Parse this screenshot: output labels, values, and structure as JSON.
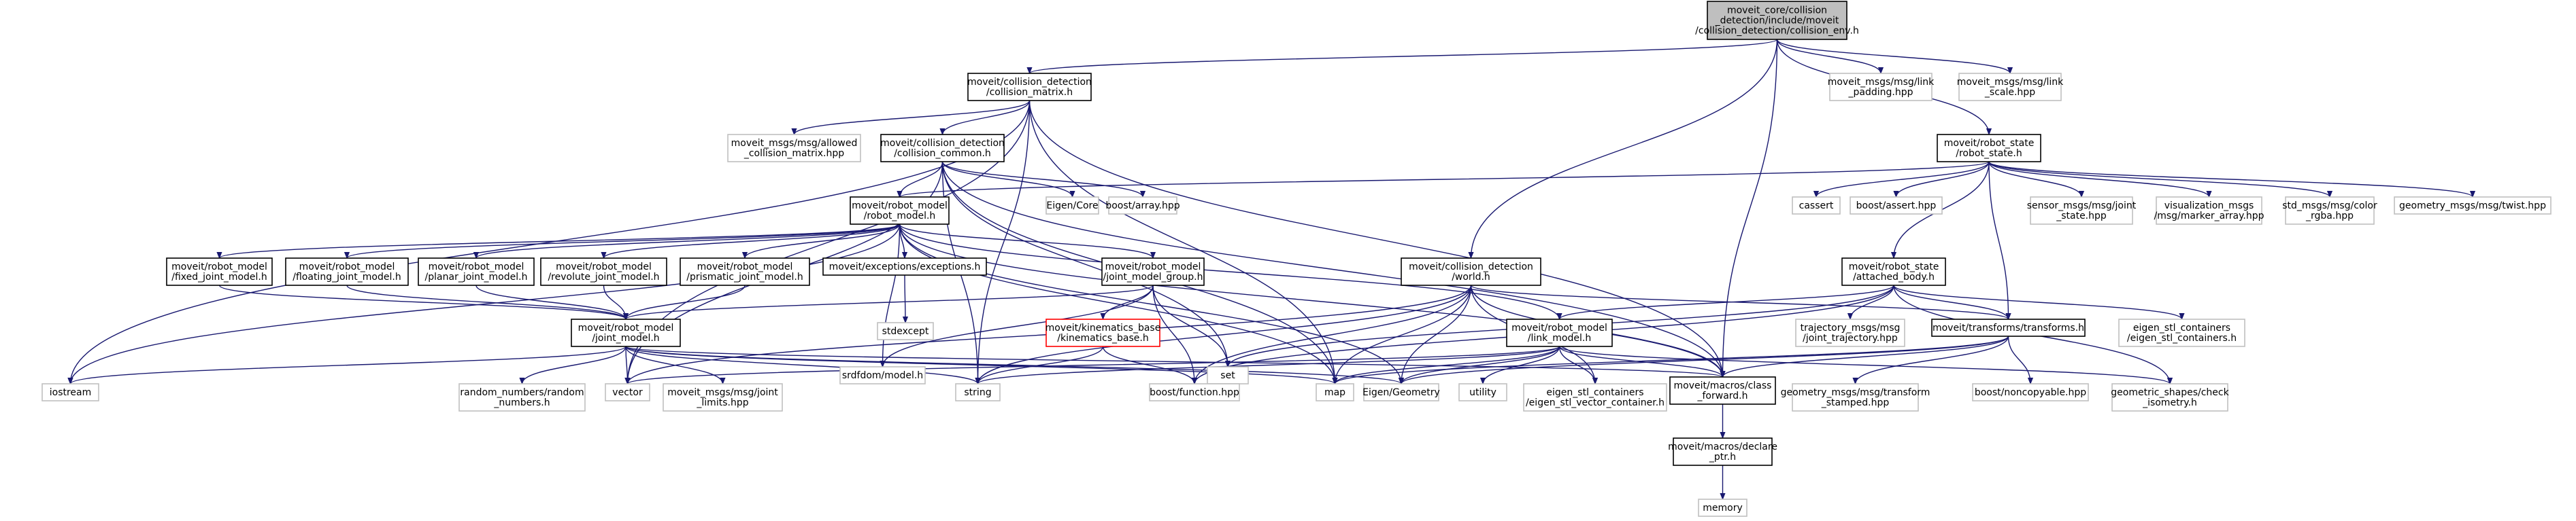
{
  "colors": {
    "edge": "#191970",
    "node_border": "#000000",
    "external_border": "#bfbfbf",
    "current_fill": "#bfbfbf",
    "highlight_border": "#ff0000",
    "node_fill": "#ffffff"
  },
  "nodes": [
    {
      "id": "collision_env",
      "lines": [
        "moveit_core/collision",
        "_detection/include/moveit",
        "/collision_detection/collision_env.h"
      ],
      "kind": "current"
    },
    {
      "id": "collision_matrix",
      "lines": [
        "moveit/collision_detection",
        "/collision_matrix.h"
      ],
      "kind": "normal"
    },
    {
      "id": "link_padding",
      "lines": [
        "moveit_msgs/msg/link",
        "_padding.hpp"
      ],
      "kind": "external"
    },
    {
      "id": "link_scale",
      "lines": [
        "moveit_msgs/msg/link",
        "_scale.hpp"
      ],
      "kind": "external"
    },
    {
      "id": "allowed_collision_matrix",
      "lines": [
        "moveit_msgs/msg/allowed",
        "_collision_matrix.hpp"
      ],
      "kind": "external"
    },
    {
      "id": "collision_common",
      "lines": [
        "moveit/collision_detection",
        "/collision_common.h"
      ],
      "kind": "normal"
    },
    {
      "id": "robot_state",
      "lines": [
        "moveit/robot_state",
        "/robot_state.h"
      ],
      "kind": "normal"
    },
    {
      "id": "eigen_core",
      "lines": [
        "Eigen/Core"
      ],
      "kind": "external"
    },
    {
      "id": "boost_array",
      "lines": [
        "boost/array.hpp"
      ],
      "kind": "external"
    },
    {
      "id": "robot_model",
      "lines": [
        "moveit/robot_model",
        "/robot_model.h"
      ],
      "kind": "normal"
    },
    {
      "id": "cassert",
      "lines": [
        "cassert"
      ],
      "kind": "external"
    },
    {
      "id": "boost_assert",
      "lines": [
        "boost/assert.hpp"
      ],
      "kind": "external"
    },
    {
      "id": "sensor_joint_state",
      "lines": [
        "sensor_msgs/msg/joint",
        "_state.hpp"
      ],
      "kind": "external"
    },
    {
      "id": "marker_array",
      "lines": [
        "visualization_msgs",
        "/msg/marker_array.hpp"
      ],
      "kind": "external"
    },
    {
      "id": "color_rgba",
      "lines": [
        "std_msgs/msg/color",
        "_rgba.hpp"
      ],
      "kind": "external"
    },
    {
      "id": "twist",
      "lines": [
        "geometry_msgs/msg/twist.hpp"
      ],
      "kind": "external"
    },
    {
      "id": "fixed_joint",
      "lines": [
        "moveit/robot_model",
        "/fixed_joint_model.h"
      ],
      "kind": "normal"
    },
    {
      "id": "floating_joint",
      "lines": [
        "moveit/robot_model",
        "/floating_joint_model.h"
      ],
      "kind": "normal"
    },
    {
      "id": "planar_joint",
      "lines": [
        "moveit/robot_model",
        "/planar_joint_model.h"
      ],
      "kind": "normal"
    },
    {
      "id": "revolute_joint",
      "lines": [
        "moveit/robot_model",
        "/revolute_joint_model.h"
      ],
      "kind": "normal"
    },
    {
      "id": "prismatic_joint",
      "lines": [
        "moveit/robot_model",
        "/prismatic_joint_model.h"
      ],
      "kind": "normal"
    },
    {
      "id": "exceptions",
      "lines": [
        "moveit/exceptions/exceptions.h"
      ],
      "kind": "normal"
    },
    {
      "id": "joint_model_group",
      "lines": [
        "moveit/robot_model",
        "/joint_model_group.h"
      ],
      "kind": "normal"
    },
    {
      "id": "world",
      "lines": [
        "moveit/collision_detection",
        "/world.h"
      ],
      "kind": "normal"
    },
    {
      "id": "attached_body",
      "lines": [
        "moveit/robot_state",
        "/attached_body.h"
      ],
      "kind": "normal"
    },
    {
      "id": "joint_model",
      "lines": [
        "moveit/robot_model",
        "/joint_model.h"
      ],
      "kind": "normal"
    },
    {
      "id": "stdexcept",
      "lines": [
        "stdexcept"
      ],
      "kind": "external"
    },
    {
      "id": "srdfdom",
      "lines": [
        "srdfdom/model.h"
      ],
      "kind": "external"
    },
    {
      "id": "kinematics_base",
      "lines": [
        "moveit/kinematics_base",
        "/kinematics_base.h"
      ],
      "kind": "highlight"
    },
    {
      "id": "set",
      "lines": [
        "set"
      ],
      "kind": "external"
    },
    {
      "id": "link_model",
      "lines": [
        "moveit/robot_model",
        "/link_model.h"
      ],
      "kind": "normal"
    },
    {
      "id": "trajectory",
      "lines": [
        "trajectory_msgs/msg",
        "/joint_trajectory.hpp"
      ],
      "kind": "external"
    },
    {
      "id": "transforms",
      "lines": [
        "moveit/transforms/transforms.h"
      ],
      "kind": "normal"
    },
    {
      "id": "eigen_stl_containers",
      "lines": [
        "eigen_stl_containers",
        "/eigen_stl_containers.h"
      ],
      "kind": "external"
    },
    {
      "id": "iostream",
      "lines": [
        "iostream"
      ],
      "kind": "external"
    },
    {
      "id": "random_numbers",
      "lines": [
        "random_numbers/random",
        "_numbers.h"
      ],
      "kind": "external"
    },
    {
      "id": "vector",
      "lines": [
        "vector"
      ],
      "kind": "external"
    },
    {
      "id": "joint_limits",
      "lines": [
        "moveit_msgs/msg/joint",
        "_limits.hpp"
      ],
      "kind": "external"
    },
    {
      "id": "string",
      "lines": [
        "string"
      ],
      "kind": "external"
    },
    {
      "id": "boost_function",
      "lines": [
        "boost/function.hpp"
      ],
      "kind": "external"
    },
    {
      "id": "map",
      "lines": [
        "map"
      ],
      "kind": "external"
    },
    {
      "id": "eigen_geometry",
      "lines": [
        "Eigen/Geometry"
      ],
      "kind": "external"
    },
    {
      "id": "utility",
      "lines": [
        "utility"
      ],
      "kind": "external"
    },
    {
      "id": "eigen_stl_vector",
      "lines": [
        "eigen_stl_containers",
        "/eigen_stl_vector_container.h"
      ],
      "kind": "external"
    },
    {
      "id": "class_forward",
      "lines": [
        "moveit/macros/class",
        "_forward.h"
      ],
      "kind": "normal"
    },
    {
      "id": "transform_stamped",
      "lines": [
        "geometry_msgs/msg/transform",
        "_stamped.hpp"
      ],
      "kind": "external"
    },
    {
      "id": "noncopyable",
      "lines": [
        "boost/noncopyable.hpp"
      ],
      "kind": "external"
    },
    {
      "id": "check_isometry",
      "lines": [
        "geometric_shapes/check",
        "_isometry.h"
      ],
      "kind": "external"
    },
    {
      "id": "declare_ptr",
      "lines": [
        "moveit/macros/declare",
        "_ptr.h"
      ],
      "kind": "normal"
    },
    {
      "id": "memory",
      "lines": [
        "memory"
      ],
      "kind": "external"
    }
  ],
  "edges": [
    [
      "collision_env",
      "collision_matrix"
    ],
    [
      "collision_env",
      "link_padding"
    ],
    [
      "collision_env",
      "link_scale"
    ],
    [
      "collision_env",
      "robot_state"
    ],
    [
      "collision_env",
      "world"
    ],
    [
      "collision_env",
      "class_forward"
    ],
    [
      "collision_matrix",
      "allowed_collision_matrix"
    ],
    [
      "collision_matrix",
      "collision_common"
    ],
    [
      "collision_matrix",
      "iostream"
    ],
    [
      "collision_matrix",
      "vector"
    ],
    [
      "collision_matrix",
      "string"
    ],
    [
      "collision_matrix",
      "map"
    ],
    [
      "collision_matrix",
      "class_forward"
    ],
    [
      "collision_common",
      "eigen_core"
    ],
    [
      "collision_common",
      "boost_array"
    ],
    [
      "collision_common",
      "robot_model"
    ],
    [
      "collision_common",
      "set"
    ],
    [
      "collision_common",
      "vector"
    ],
    [
      "collision_common",
      "map"
    ],
    [
      "collision_common",
      "string"
    ],
    [
      "collision_common",
      "class_forward"
    ],
    [
      "robot_state",
      "robot_model"
    ],
    [
      "robot_state",
      "cassert"
    ],
    [
      "robot_state",
      "boost_assert"
    ],
    [
      "robot_state",
      "sensor_joint_state"
    ],
    [
      "robot_state",
      "marker_array"
    ],
    [
      "robot_state",
      "color_rgba"
    ],
    [
      "robot_state",
      "twist"
    ],
    [
      "robot_state",
      "attached_body"
    ],
    [
      "robot_state",
      "transforms"
    ],
    [
      "robot_model",
      "fixed_joint"
    ],
    [
      "robot_model",
      "floating_joint"
    ],
    [
      "robot_model",
      "planar_joint"
    ],
    [
      "robot_model",
      "revolute_joint"
    ],
    [
      "robot_model",
      "prismatic_joint"
    ],
    [
      "robot_model",
      "exceptions"
    ],
    [
      "robot_model",
      "joint_model_group"
    ],
    [
      "robot_model",
      "link_model"
    ],
    [
      "robot_model",
      "srdfdom"
    ],
    [
      "robot_model",
      "iostream"
    ],
    [
      "robot_model",
      "map"
    ],
    [
      "robot_model",
      "eigen_geometry"
    ],
    [
      "robot_model",
      "class_forward"
    ],
    [
      "fixed_joint",
      "joint_model"
    ],
    [
      "floating_joint",
      "joint_model"
    ],
    [
      "planar_joint",
      "joint_model"
    ],
    [
      "revolute_joint",
      "joint_model"
    ],
    [
      "prismatic_joint",
      "joint_model"
    ],
    [
      "exceptions",
      "stdexcept"
    ],
    [
      "joint_model_group",
      "joint_model"
    ],
    [
      "joint_model_group",
      "kinematics_base"
    ],
    [
      "joint_model_group",
      "srdfdom"
    ],
    [
      "joint_model_group",
      "set"
    ],
    [
      "joint_model_group",
      "boost_function"
    ],
    [
      "world",
      "transforms"
    ],
    [
      "world",
      "eigen_stl_vector"
    ],
    [
      "world",
      "string"
    ],
    [
      "world",
      "vector"
    ],
    [
      "world",
      "map"
    ],
    [
      "world",
      "boost_function"
    ],
    [
      "world",
      "eigen_geometry"
    ],
    [
      "world",
      "class_forward"
    ],
    [
      "attached_body",
      "link_model"
    ],
    [
      "attached_body",
      "trajectory"
    ],
    [
      "attached_body",
      "transforms"
    ],
    [
      "attached_body",
      "eigen_stl_containers"
    ],
    [
      "attached_body",
      "set"
    ],
    [
      "attached_body",
      "boost_function"
    ],
    [
      "attached_body",
      "check_isometry"
    ],
    [
      "joint_model",
      "iostream"
    ],
    [
      "joint_model",
      "random_numbers"
    ],
    [
      "joint_model",
      "vector"
    ],
    [
      "joint_model",
      "joint_limits"
    ],
    [
      "joint_model",
      "string"
    ],
    [
      "joint_model",
      "map"
    ],
    [
      "joint_model",
      "eigen_geometry"
    ],
    [
      "joint_model",
      "class_forward"
    ],
    [
      "kinematics_base",
      "string"
    ],
    [
      "kinematics_base",
      "boost_function"
    ],
    [
      "link_model",
      "vector"
    ],
    [
      "link_model",
      "string"
    ],
    [
      "link_model",
      "map"
    ],
    [
      "link_model",
      "utility"
    ],
    [
      "link_model",
      "eigen_geometry"
    ],
    [
      "link_model",
      "eigen_stl_vector"
    ],
    [
      "link_model",
      "class_forward"
    ],
    [
      "link_model",
      "check_isometry"
    ],
    [
      "transforms",
      "map"
    ],
    [
      "transforms",
      "eigen_geometry"
    ],
    [
      "transforms",
      "transform_stamped"
    ],
    [
      "transforms",
      "noncopyable"
    ],
    [
      "transforms",
      "class_forward"
    ],
    [
      "class_forward",
      "declare_ptr"
    ],
    [
      "declare_ptr",
      "memory"
    ]
  ]
}
